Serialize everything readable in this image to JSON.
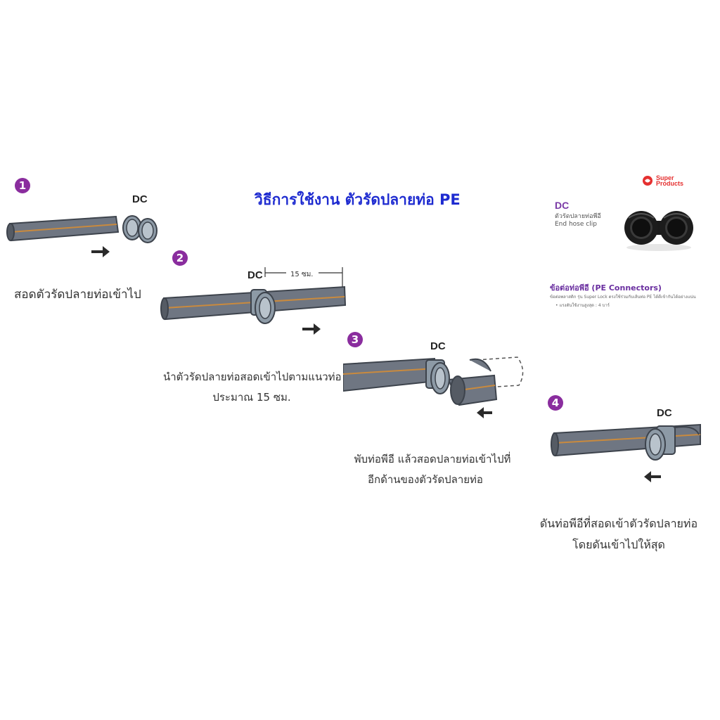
{
  "title": "วิธีการใช้งาน ตัวรัดปลายท่อ PE",
  "steps": [
    {
      "number": "1",
      "label": "DC",
      "caption": [
        "สอดตัวรัดปลายท่อเข้าไป"
      ]
    },
    {
      "number": "2",
      "label": "DC",
      "measure": "15 ซม.",
      "caption": [
        "นำตัวรัดปลายท่อสอดเข้าไปตามแนวท่อ",
        "ประมาณ 15 ซม."
      ]
    },
    {
      "number": "3",
      "label": "DC",
      "caption": [
        "พับท่อพีอี แล้วสอดปลายท่อเข้าไปที่",
        "อีกด้านของตัวรัดปลายท่อ"
      ]
    },
    {
      "number": "4",
      "label": "DC",
      "caption": [
        "ดันท่อพีอีที่สอดเข้าตัวรัดปลายท่อ",
        "โดยดันเข้าไปให้สุด"
      ]
    }
  ],
  "product": {
    "brand": "Super Products",
    "name": "DC",
    "thai_name": "ตัวรัดปลายท่อพีอี",
    "english_name": "End hose clip",
    "section_title": "ข้อต่อท่อพีอี (PE Connectors)",
    "section_desc": "ข้อต่อพลาสติก รุ่น Super Lock ตรงใช้ร่วมกับเส้นท่อ PE ได้ดีเข้ากันได้อย่างแน่น",
    "bullet": "• แรงดันใช้งานสูงสุด : 4 บาร์"
  },
  "colors": {
    "title": "#1e2bd0",
    "step_badge": "#8a2d9e",
    "pipe": "#6f7682",
    "pipe_stripe": "#c98a3e",
    "clip": "#8d9aa6",
    "arrow": "#2a2a2a"
  }
}
